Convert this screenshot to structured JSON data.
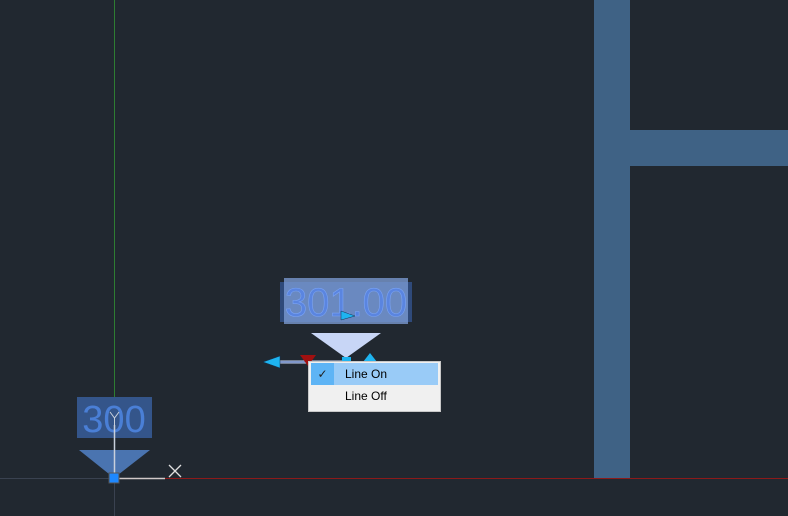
{
  "canvas": {
    "background": "#212830",
    "wall_color": "#3f6285"
  },
  "elevation_markers": [
    {
      "label": "300"
    },
    {
      "label": "301.00"
    }
  ],
  "context_menu": {
    "items": [
      {
        "label": "Line On",
        "checked": true,
        "check": "✓"
      },
      {
        "label": "Line Off",
        "checked": false
      }
    ]
  }
}
